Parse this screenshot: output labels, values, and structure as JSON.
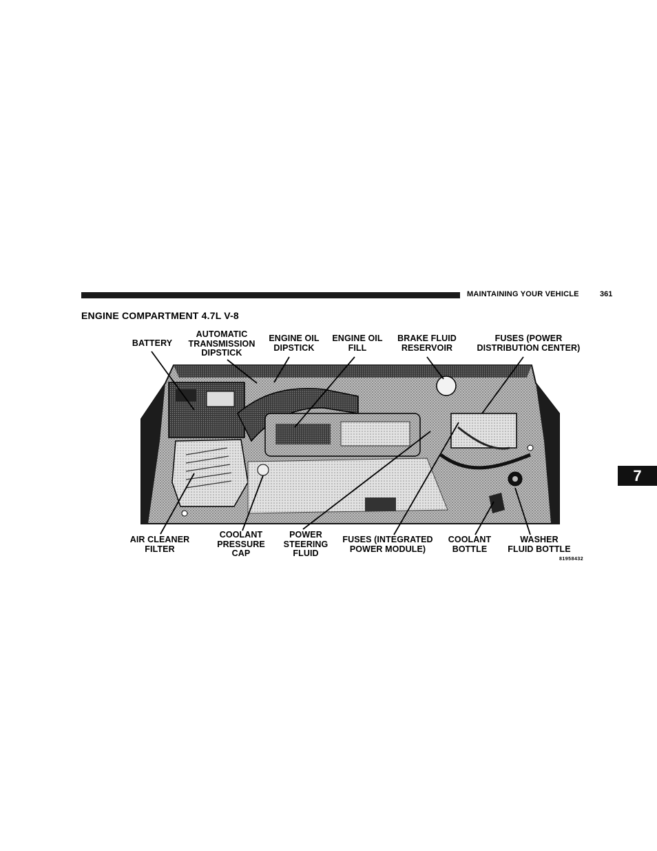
{
  "header": {
    "section": "MAINTAINING YOUR VEHICLE",
    "page_number": "361"
  },
  "title": "ENGINE COMPARTMENT 4.7L V-8",
  "chapter_tab": "7",
  "figure": {
    "top_labels": {
      "battery": "BATTERY",
      "transmission_dipstick": "AUTOMATIC\nTRANSMISSION\nDIPSTICK",
      "engine_oil_dipstick": "ENGINE OIL\nDIPSTICK",
      "engine_oil_fill": "ENGINE OIL\nFILL",
      "brake_fluid": "BRAKE FLUID\nRESERVOIR",
      "fuses_pdc": "FUSES (POWER\nDISTRIBUTION CENTER)"
    },
    "bottom_labels": {
      "air_cleaner": "AIR CLEANER\nFILTER",
      "coolant_cap": "COOLANT\nPRESSURE\nCAP",
      "power_steering": "POWER\nSTEERING\nFLUID",
      "fuses_ipm": "FUSES (INTEGRATED\nPOWER MODULE)",
      "coolant_bottle": "COOLANT\nBOTTLE",
      "washer_fluid": "WASHER\nFLUID BOTTLE"
    },
    "code": "81958432"
  }
}
